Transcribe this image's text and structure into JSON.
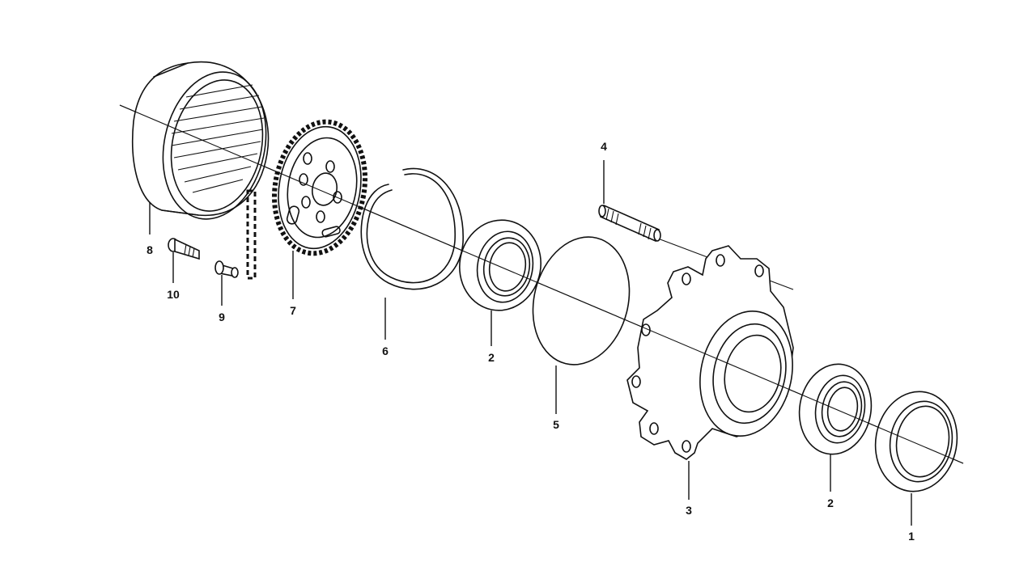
{
  "diagram": {
    "type": "exploded-parts-view",
    "colors": {
      "ink": "#111111",
      "paper": "#ffffff"
    },
    "callouts": [
      {
        "id": "c8",
        "label": "8",
        "part": "ring-gear"
      },
      {
        "id": "c10",
        "label": "10",
        "part": "bolt"
      },
      {
        "id": "c9",
        "label": "9",
        "part": "sleeve"
      },
      {
        "id": "c7",
        "label": "7",
        "part": "gear"
      },
      {
        "id": "c6",
        "label": "6",
        "part": "snap-ring"
      },
      {
        "id": "c2a",
        "label": "2",
        "part": "bearing"
      },
      {
        "id": "c5",
        "label": "5",
        "part": "o-ring"
      },
      {
        "id": "c4",
        "label": "4",
        "part": "stud"
      },
      {
        "id": "c3",
        "label": "3",
        "part": "hub"
      },
      {
        "id": "c2b",
        "label": "2",
        "part": "bearing"
      },
      {
        "id": "c1",
        "label": "1",
        "part": "seal"
      }
    ]
  }
}
